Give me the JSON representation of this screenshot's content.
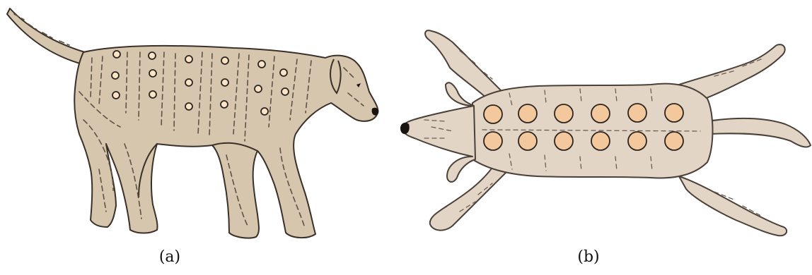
{
  "panels": [
    {
      "id": "a",
      "caption": "(a)",
      "view": "side",
      "marker_count": 17,
      "marker_fill": "#fbe3c6",
      "marker_stroke": "#2b2520"
    },
    {
      "id": "b",
      "caption": "(b)",
      "view": "top",
      "marker_count": 12,
      "marker_fill": "#f2c89c",
      "marker_stroke": "#2b2520"
    }
  ],
  "colors": {
    "side_body": "#d6c6ae",
    "top_body": "#e3d5c5",
    "outline": "#3a3028"
  }
}
